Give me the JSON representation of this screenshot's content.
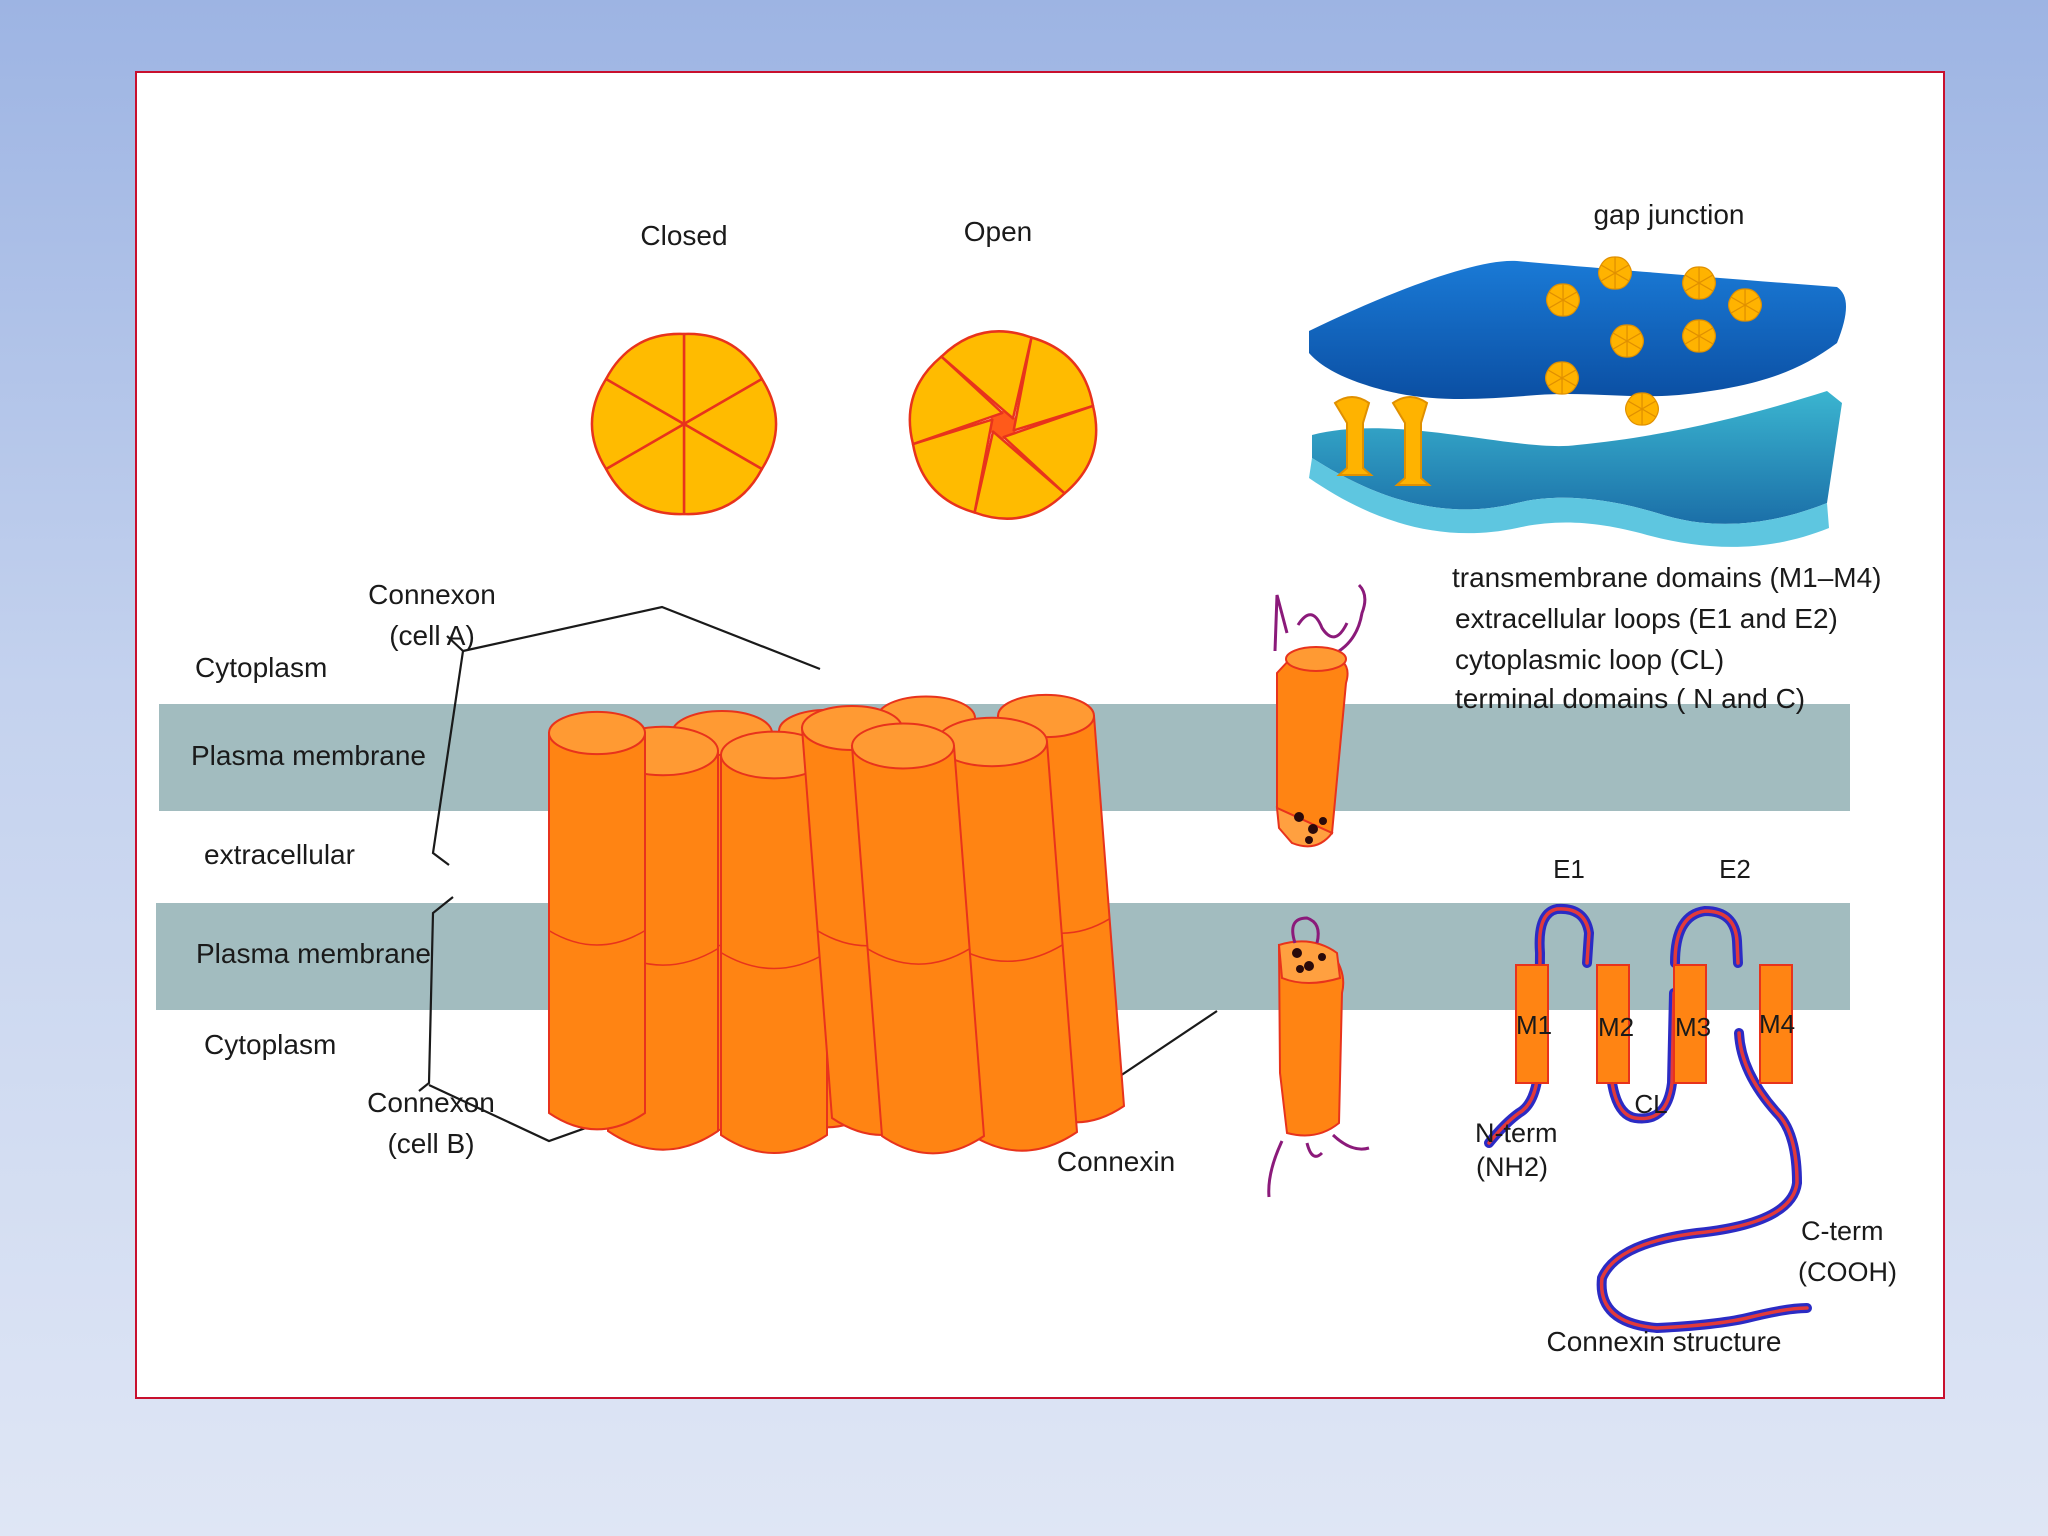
{
  "labels": {
    "closed": "Closed",
    "open": "Open",
    "gap_junction": "gap junction",
    "connexon_a_line1": "Connexon",
    "connexon_a_line2": "(cell A)",
    "connexon_b_line1": "Connexon",
    "connexon_b_line2": "(cell B)",
    "cytoplasm_top": "Cytoplasm",
    "cytoplasm_bottom": "Cytoplasm",
    "plasma_membrane_top": "Plasma membrane",
    "plasma_membrane_bottom": "Plasma membrane",
    "extracellular": "extracellular",
    "connexin": "Connexin",
    "connexin_structure": "Connexin structure"
  },
  "legend": [
    "transmembrane domains (M1–M4)",
    "extracellular loops (E1 and E2)",
    "cytoplasmic loop (CL)",
    "terminal domains ( N and C)"
  ],
  "topology": {
    "segments": [
      "M1",
      "M2",
      "M3",
      "M4"
    ],
    "loops": {
      "e1": "E1",
      "e2": "E2",
      "cl": "CL"
    },
    "n_term_line1": "N-term",
    "n_term_line2": "(NH2)",
    "c_term_line1": "C-term",
    "c_term_line2": "(COOH)"
  },
  "colors": {
    "membrane_band": "#a2bcbf",
    "connexin_orange": "#ff8413",
    "connexin_outline": "#e8331c",
    "rosette_yellow": "#ffbb00",
    "rosette_outline": "#e8331c",
    "gap_membrane_top": "#1565c0",
    "gap_membrane_bottom": "#36a9c8",
    "chain_blue": "#2b2bc4",
    "chain_red": "#e23a3a",
    "tail_purple": "#8b1a7a",
    "frame_border": "#c8102e"
  }
}
